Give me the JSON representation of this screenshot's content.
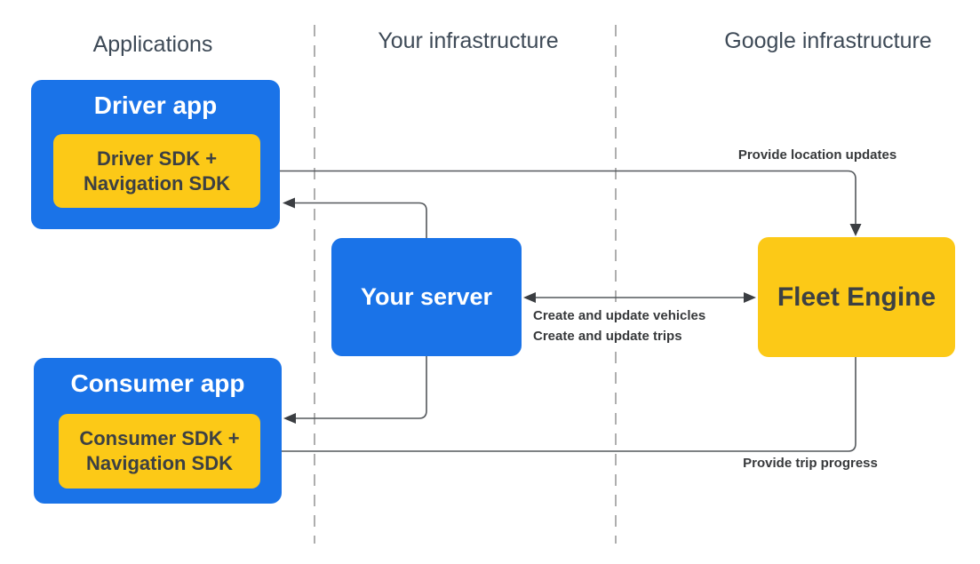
{
  "diagram": {
    "columns": {
      "applications": "Applications",
      "your_infrastructure": "Your infrastructure",
      "google_infrastructure": "Google infrastructure"
    },
    "nodes": {
      "driver_app": {
        "title": "Driver app",
        "sdk_line1": "Driver SDK +",
        "sdk_line2": "Navigation SDK"
      },
      "consumer_app": {
        "title": "Consumer app",
        "sdk_line1": "Consumer SDK +",
        "sdk_line2": "Navigation SDK"
      },
      "your_server": {
        "title": "Your server"
      },
      "fleet_engine": {
        "title": "Fleet Engine"
      }
    },
    "edge_labels": {
      "provide_location_updates": "Provide location updates",
      "create_and_update_vehicles": "Create and update vehicles",
      "create_and_update_trips": "Create and update trips",
      "provide_trip_progress": "Provide trip progress"
    },
    "colors": {
      "node_blue": "#1a73e8",
      "node_yellow": "#fcc917",
      "dark_text": "#3c4043",
      "heading_text": "#3e4a57",
      "connector_line": "#54585c",
      "arrowhead": "#3b3e42",
      "dashed_divider": "#9b9b9b",
      "background": "#ffffff"
    }
  }
}
